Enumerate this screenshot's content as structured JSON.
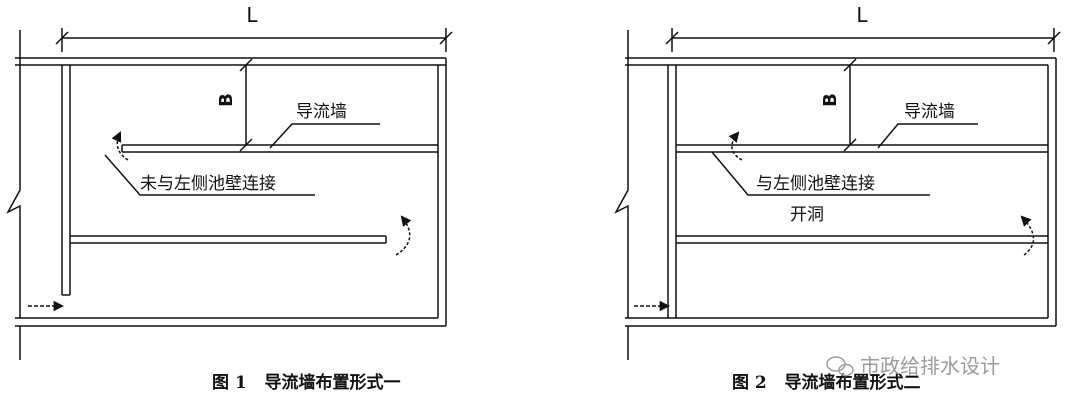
{
  "figure1": {
    "dim_length": "L",
    "dim_width": "B",
    "label_wall": "导流墙",
    "label_connection": "未与左侧池壁连接",
    "caption": "图 1   导流墙布置形式一"
  },
  "figure2": {
    "dim_length": "L",
    "dim_width": "B",
    "label_wall": "导流墙",
    "label_connection": "与左侧池壁连接",
    "label_opening": "开洞",
    "caption": "图 2   导流墙布置形式二"
  },
  "watermark": {
    "text": "市政给排水设计",
    "icon": "wechat-icon"
  }
}
